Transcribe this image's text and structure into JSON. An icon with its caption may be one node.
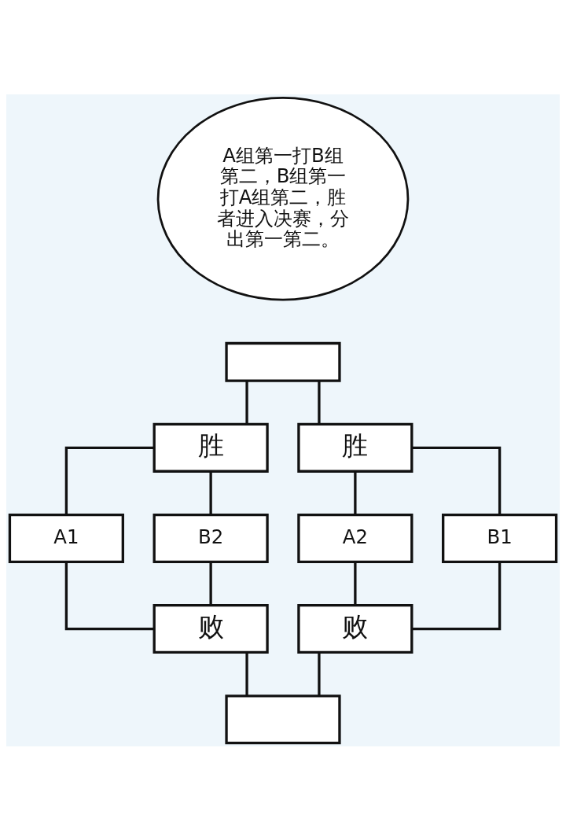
{
  "diagram": {
    "nodes": [
      {
        "text": [
          "A组第一打B组第二，B组第一打A组第二，胜者进入决赛，分出第一第二。"
        ]
      },
      {
        "text": [],
        "shape": "box"
      },
      {
        "text": [
          "胜"
        ]
      },
      {
        "text": [
          "胜"
        ]
      },
      {
        "text": [
          "A1"
        ]
      },
      {
        "text": [
          "B2"
        ]
      },
      {
        "text": [
          "A2"
        ]
      },
      {
        "text": [
          "B1"
        ]
      },
      {
        "text": [
          "败"
        ]
      },
      {
        "text": [
          "败"
        ]
      },
      {
        "text": [],
        "shape": "box"
      }
    ],
    "edges": [
      {
        "from": 1,
        "to": 2,
        "arrow": "none"
      },
      {
        "from": 1,
        "to": 3,
        "arrow": "none"
      },
      {
        "from": 2,
        "to": 4,
        "arrow": "none"
      },
      {
        "from": 2,
        "to": 5,
        "arrow": "none"
      },
      {
        "from": 3,
        "to": 6,
        "arrow": "none"
      },
      {
        "from": 3,
        "to": 7,
        "arrow": "none"
      },
      {
        "from": 4,
        "to": 8,
        "arrow": "none"
      },
      {
        "from": 5,
        "to": 8,
        "arrow": "none"
      },
      {
        "from": 6,
        "to": 9,
        "arrow": "none"
      },
      {
        "from": 7,
        "to": 9,
        "arrow": "none"
      },
      {
        "from": 8,
        "to": 10,
        "arrow": "none"
      },
      {
        "from": 9,
        "to": 10,
        "arrow": "none"
      }
    ]
  }
}
